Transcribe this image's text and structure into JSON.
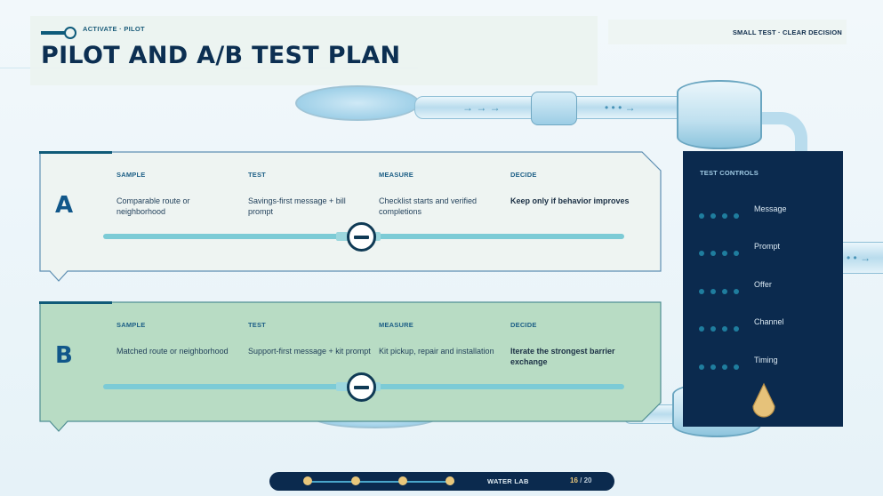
{
  "header": {
    "eyebrow": "ACTIVATE · PILOT",
    "title": "PILOT AND A/B TEST PLAN",
    "tagline": "SMALL TEST · CLEAR DECISION"
  },
  "variants": [
    {
      "letter": "A",
      "columns": [
        {
          "heading": "SAMPLE",
          "text": "Comparable route or neighborhood"
        },
        {
          "heading": "TEST",
          "text": "Savings-first message + bill prompt"
        },
        {
          "heading": "MEASURE",
          "text": "Checklist starts and verified completions"
        },
        {
          "heading": "DECIDE",
          "text": "Keep only if behavior improves"
        }
      ]
    },
    {
      "letter": "B",
      "columns": [
        {
          "heading": "SAMPLE",
          "text": "Matched route or neighborhood"
        },
        {
          "heading": "TEST",
          "text": "Support-first message + kit prompt"
        },
        {
          "heading": "MEASURE",
          "text": "Kit pickup, repair and installation"
        },
        {
          "heading": "DECIDE",
          "text": "Iterate the strongest barrier exchange"
        }
      ]
    }
  ],
  "controls": {
    "heading": "TEST CONTROLS",
    "items": [
      "Message",
      "Prompt",
      "Offer",
      "Channel",
      "Timing"
    ]
  },
  "footer": {
    "brand": "WATER LAB",
    "page_current": "16",
    "page_separator": "/",
    "page_total": "20"
  },
  "colors": {
    "navy": "#0b2a4e",
    "card_a_fill": "#eef4f2",
    "card_b_fill": "#b8dcc4",
    "card_a_stroke": "#5e8fb3",
    "card_b_stroke": "#4f8e93",
    "accent_teal": "#7ccbd6",
    "accent_gold": "#e9c77b"
  },
  "icons": {
    "card_marker": "minus-circle-icon",
    "controls_drop": "water-drop-icon",
    "header_pin": "pin-icon"
  }
}
